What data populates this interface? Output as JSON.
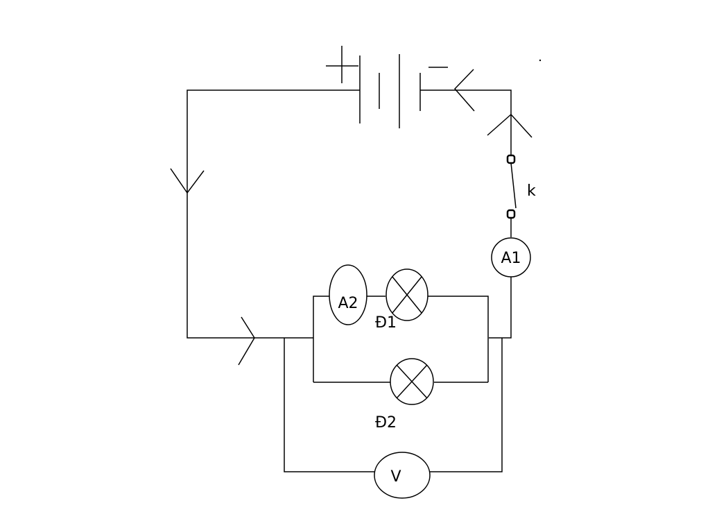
{
  "battery": {
    "plus_sign": "+",
    "minus_sign": "−"
  },
  "switch": {
    "label": "k"
  },
  "ammeter_main": {
    "label": "A1"
  },
  "ammeter_branch": {
    "label": "A2"
  },
  "lamp_1": {
    "label": "Đ1"
  },
  "lamp_2": {
    "label": "Đ2"
  },
  "voltmeter": {
    "label": "V"
  },
  "colors": {
    "line": "#000000",
    "background": "#ffffff"
  }
}
